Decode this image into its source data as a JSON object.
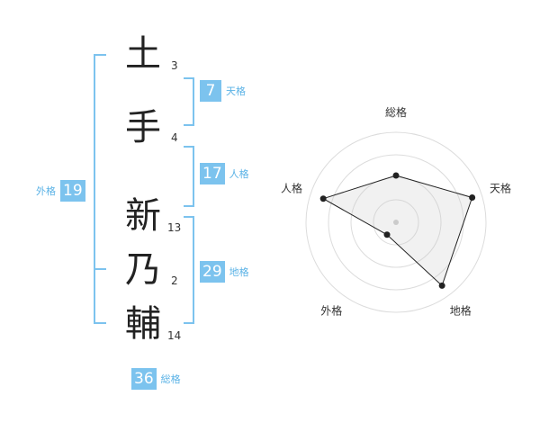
{
  "name": {
    "chars": [
      {
        "char": "土",
        "strokes": "3"
      },
      {
        "char": "手",
        "strokes": "4"
      },
      {
        "char": "新",
        "strokes": "13"
      },
      {
        "char": "乃",
        "strokes": "2"
      },
      {
        "char": "輔",
        "strokes": "14"
      }
    ]
  },
  "scores": {
    "tenkaku": {
      "value": "7",
      "label": "天格"
    },
    "jinkaku": {
      "value": "17",
      "label": "人格"
    },
    "chikaku": {
      "value": "29",
      "label": "地格"
    },
    "gaikaku": {
      "value": "19",
      "label": "外格"
    },
    "soukaku": {
      "value": "36",
      "label": "総格"
    }
  },
  "colors": {
    "accent": "#7cc3ee",
    "label": "#5ab2e6"
  },
  "chart_data": {
    "type": "radar",
    "axes": [
      "総格",
      "天格",
      "地格",
      "外格",
      "人格"
    ],
    "values": [
      0.52,
      0.89,
      0.87,
      0.17,
      0.85
    ],
    "rings": 4,
    "range": [
      0,
      1
    ]
  }
}
